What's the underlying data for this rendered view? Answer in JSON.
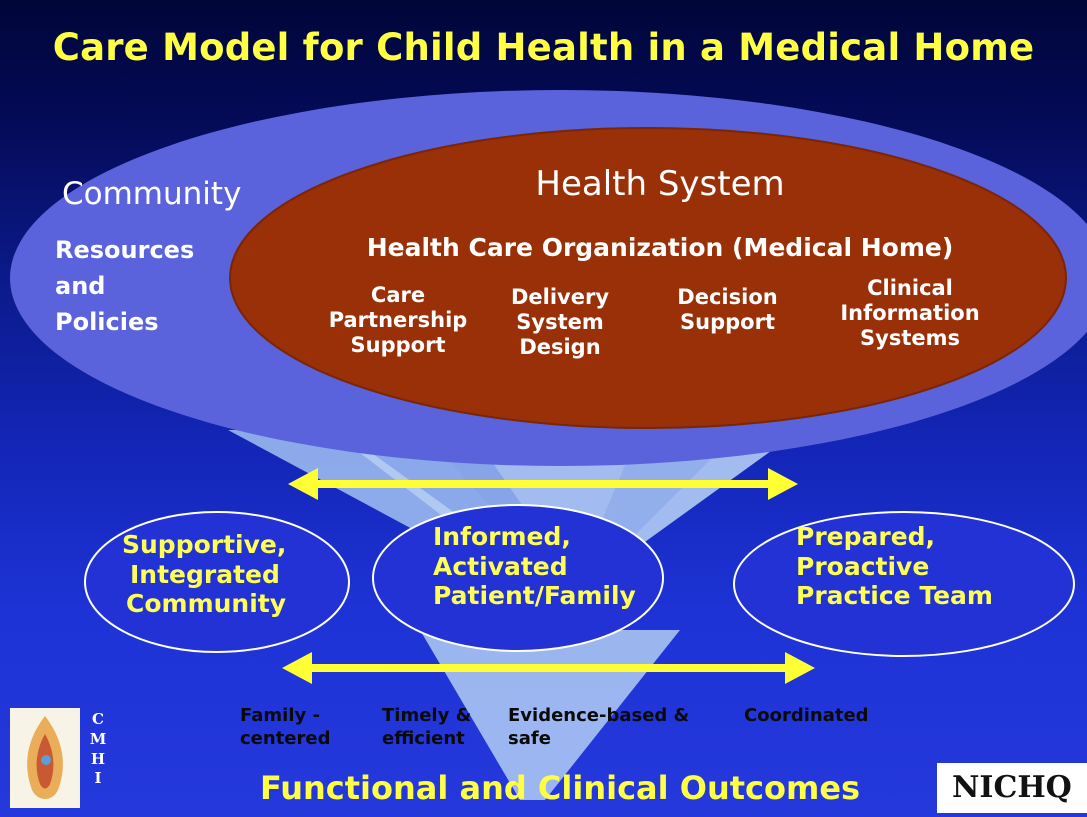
{
  "title": "Care Model for Child Health in a Medical Home",
  "community": {
    "label": "Community",
    "resources": [
      "Resources",
      "and",
      "Policies"
    ]
  },
  "health_system": {
    "label": "Health System",
    "organization": "Health Care Organization (Medical Home)",
    "elements": [
      [
        "Care",
        "Partnership",
        "Support"
      ],
      [
        "Delivery",
        "System",
        "Design"
      ],
      [
        "Decision",
        "Support"
      ],
      [
        "Clinical",
        "Information",
        "Systems"
      ]
    ]
  },
  "circles": [
    [
      "Supportive,",
      "Integrated",
      "Community"
    ],
    [
      "Informed,",
      "Activated",
      "Patient/Family"
    ],
    [
      "Prepared,",
      "Proactive",
      "Practice Team"
    ]
  ],
  "qualities": [
    [
      "Family -",
      "centered"
    ],
    [
      "Timely &",
      "efficient"
    ],
    [
      "Evidence-based &",
      "safe"
    ],
    [
      "Coordinated"
    ]
  ],
  "outcomes": "Functional and Clinical Outcomes",
  "cmhi_letters": [
    "C",
    "M",
    "H",
    "I"
  ],
  "nichq_logo": "NICHQ",
  "colors": {
    "title": "#ffff44",
    "community_ellipse": "#5c66dd",
    "health_ellipse": "#9a3008",
    "arrow": "#ffff33",
    "funnel": "#a8c4f2"
  }
}
